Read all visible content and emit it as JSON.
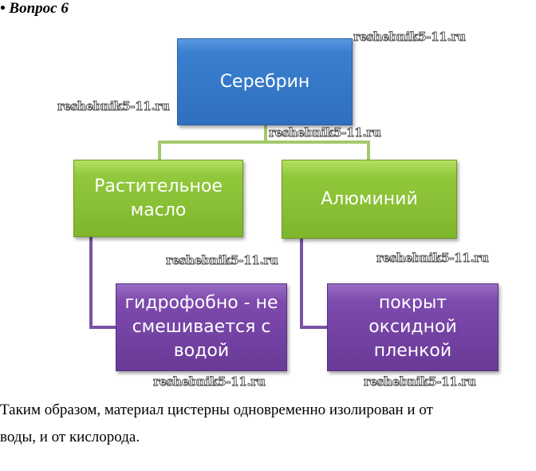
{
  "heading": "• Вопрос 6",
  "diagram": {
    "root": "Серебрин",
    "children": [
      {
        "label": "Растительное масло",
        "detail": "гидрофобно - не смешивается с водой"
      },
      {
        "label": "Алюминий",
        "detail": "покрыт оксидной пленкой"
      }
    ],
    "colors": {
      "root": "#3a7fd0",
      "child": "#92c83c",
      "detail": "#7d4aad"
    }
  },
  "watermark": "reshebnik5-11.ru",
  "conclusion": {
    "line1": "Таким образом, материал цистерны одновременно изолирован и от",
    "line2": "воды, и от кислорода."
  }
}
